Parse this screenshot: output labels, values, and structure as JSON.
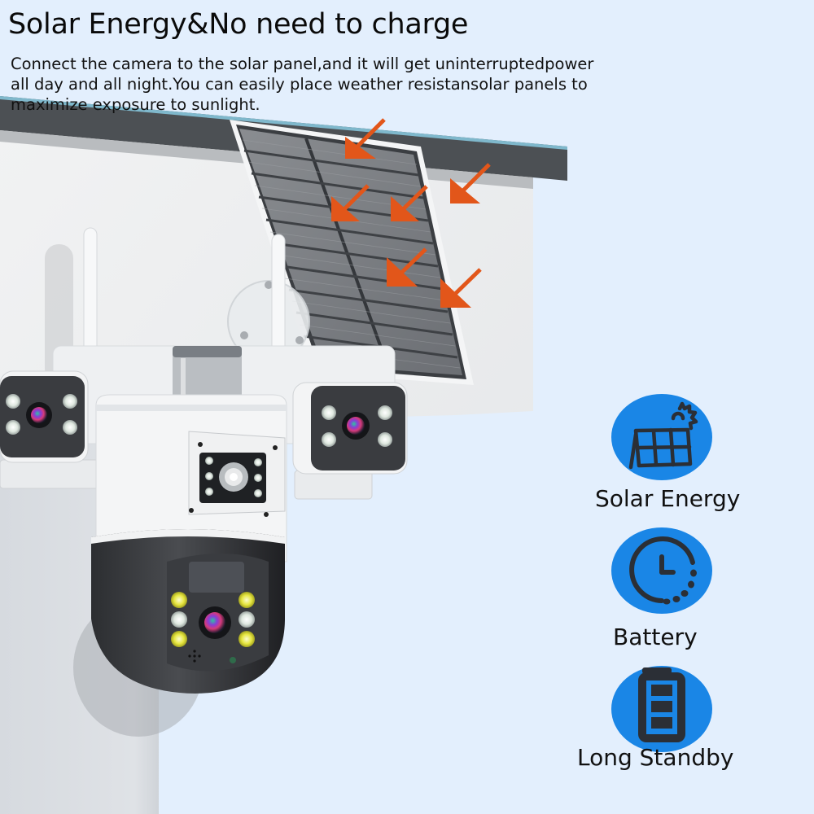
{
  "header": {
    "title": "Solar Energy&No need to charge",
    "description_lines": [
      "Connect the camera to the solar panel,and it will get uninterruptedpower",
      "all day and all night.You can easily place weather resistansolar panels to",
      "maximize exposure to sunlight."
    ]
  },
  "product_image": {
    "subject": "dual-lens PTZ security camera with two bullet cameras and a wall-mounted solar panel",
    "arrows": {
      "count": 6,
      "icon": "arrow-down-left-icon",
      "color": "#e2561a"
    }
  },
  "features": [
    {
      "label": "Solar Energy",
      "icon": "solar-panel-icon"
    },
    {
      "label": "Battery",
      "icon": "clock-icon"
    },
    {
      "label": "Long Standby",
      "icon": "battery-full-icon"
    }
  ],
  "colors": {
    "background": "#e3effd",
    "icon_circle": "#1a86e6",
    "icon_glyph": "#2b2f36",
    "arrow": "#e2561a",
    "title_text": "#0a0a0a"
  }
}
